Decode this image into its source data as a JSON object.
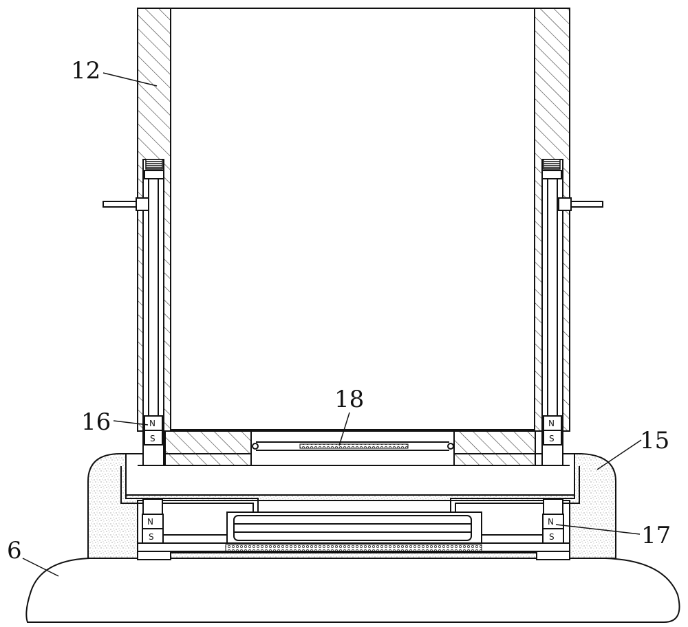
{
  "labels": {
    "part_12": "12",
    "part_16": "16",
    "part_18": "18",
    "part_15": "15",
    "part_17": "17",
    "part_6": "6"
  },
  "magnet": {
    "north": "N",
    "south": "S"
  },
  "colors": {
    "line": "#111111",
    "hatch": "#222222",
    "fill": "#ffffff",
    "speckle": "#777777"
  }
}
